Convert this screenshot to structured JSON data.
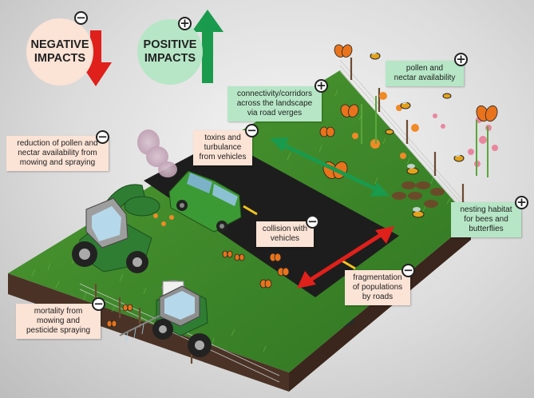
{
  "headers": {
    "negative": {
      "line1": "NEGATIVE",
      "line2": "IMPACTS",
      "sign": "−"
    },
    "positive": {
      "line1": "POSITIVE",
      "line2": "IMPACTS",
      "sign": "+"
    }
  },
  "labels": {
    "reduction_pollen": {
      "lines": [
        "reduction of pollen and",
        "nectar availability from",
        "mowing and spraying"
      ],
      "sign": "−"
    },
    "toxins": {
      "lines": [
        "toxins and",
        "turbulance",
        "from vehicles"
      ],
      "sign": "−"
    },
    "connectivity": {
      "lines": [
        "connectivity/corridors",
        "across the landscape",
        "via road verges"
      ],
      "sign": "+"
    },
    "pollen_nectar": {
      "lines": [
        "pollen and",
        "nectar availability"
      ],
      "sign": "+"
    },
    "collision": {
      "lines": [
        "collision with",
        "vehicles"
      ],
      "sign": "−"
    },
    "nesting": {
      "lines": [
        "nesting habitat",
        "for bees and",
        "butterflies"
      ],
      "sign": "+"
    },
    "fragmentation": {
      "lines": [
        "fragmentation",
        "of populations",
        "by roads"
      ],
      "sign": "−"
    },
    "mortality": {
      "lines": [
        "mortality from",
        "mowing and",
        "pesticide spraying"
      ],
      "sign": "−"
    }
  },
  "colors": {
    "negative_circle": "#fbe3d6",
    "positive_circle": "#b6e6c6",
    "negative_arrow": "#e0201b",
    "positive_arrow": "#1a9a4c",
    "grass": "#3f8a2a",
    "road": "#1d1d1d",
    "tractor": "#2f7d33"
  }
}
